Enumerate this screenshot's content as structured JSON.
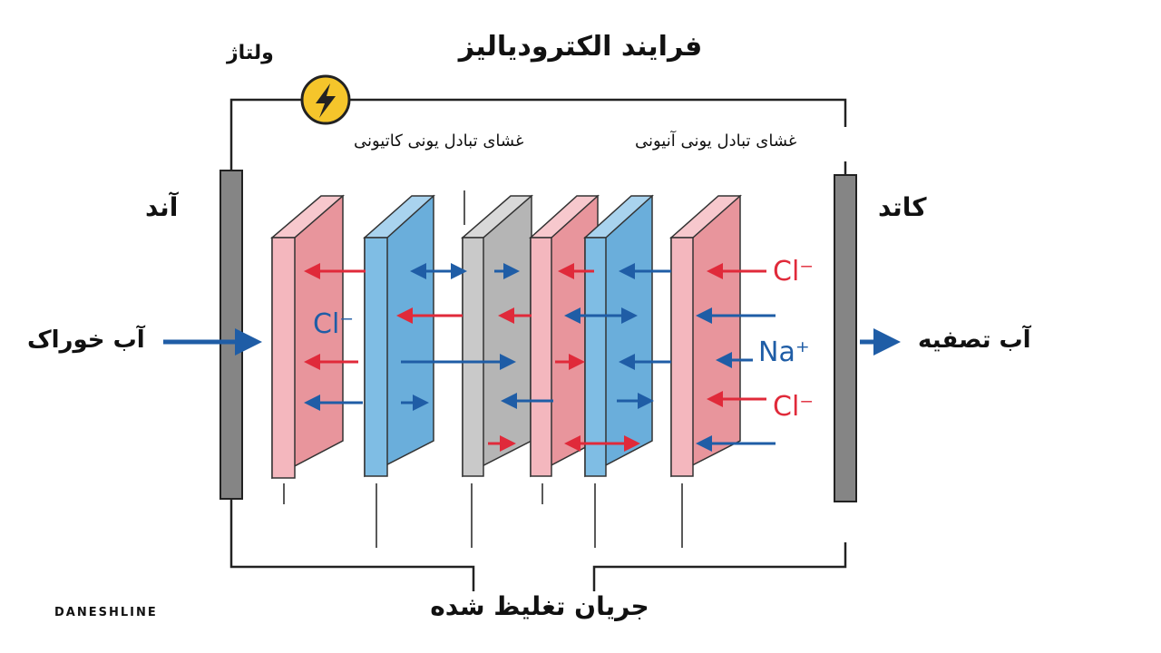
{
  "title": "فرایند الکترودیالیز",
  "labels": {
    "voltage": "ولتاژ",
    "anode": "آند",
    "cathode": "کاتد",
    "cation_membrane": "غشای تبادل یونی کاتیونی",
    "anion_membrane": "غشای تبادل یونی آنیونی",
    "feed_water": "آب خوراک",
    "product_water": "آب تصفیه",
    "concentrate": "جریان تغلیظ شده",
    "brand": "DANESHLINE"
  },
  "ions": {
    "chloride": "Cl⁻",
    "sodium": "Na⁺"
  },
  "icons": {
    "power_source": "lightning-bolt-icon"
  },
  "colors": {
    "anion_ion": "#e02a3a",
    "cation_ion": "#1f5da6",
    "pink_membrane": "#f4b7be",
    "blue_membrane": "#6aaedb",
    "gray_membrane": "#b5b5b5",
    "electrode": "#858585",
    "power_badge": "#f5c52b"
  }
}
